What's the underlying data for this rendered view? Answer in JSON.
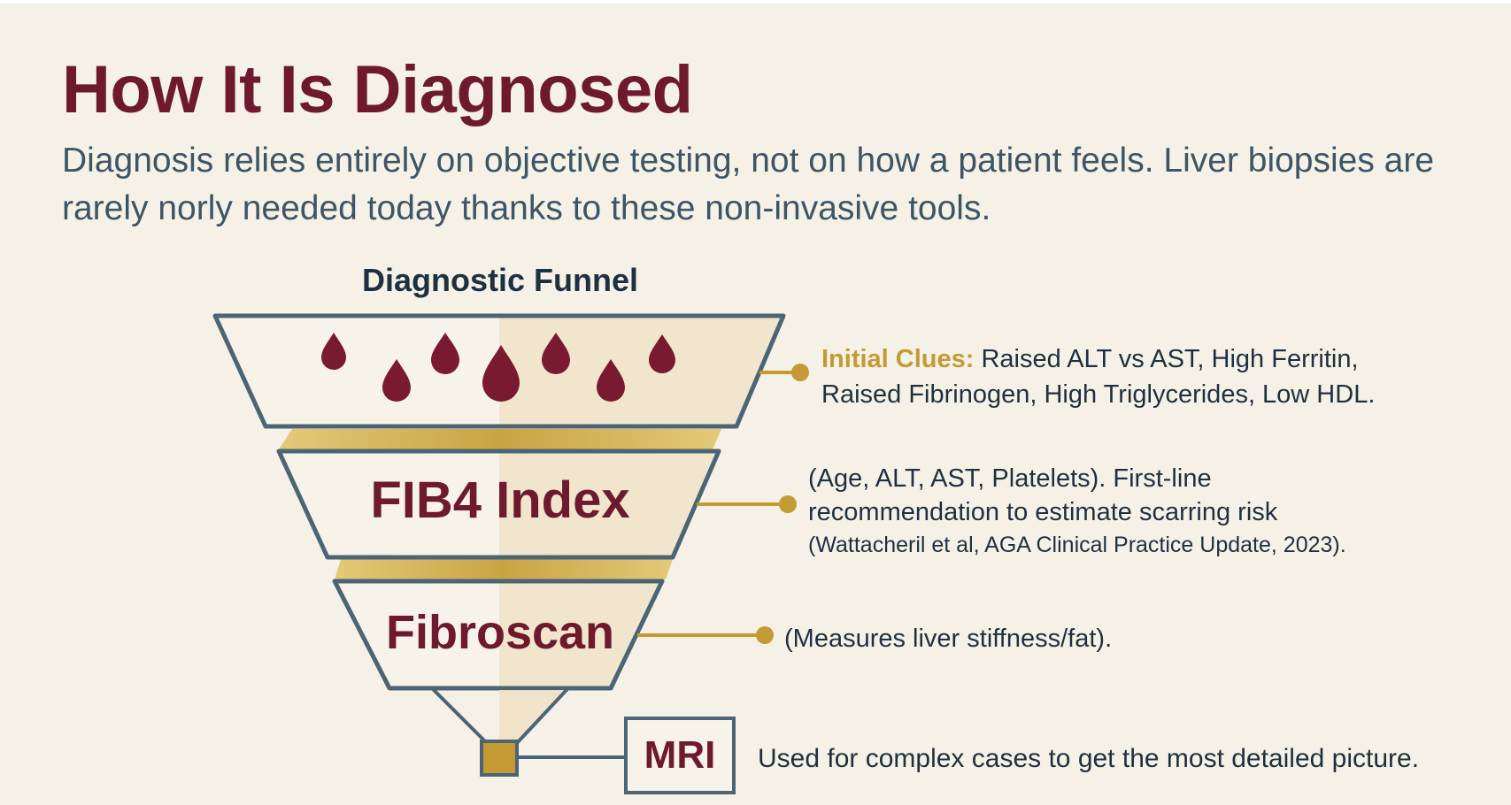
{
  "header": {
    "title": "How It Is Diagnosed",
    "subtitle": "Diagnosis relies entirely on objective testing, not on how a patient feels. Liver biopsies are rarely norly needed today thanks to these non-invasive tools."
  },
  "funnel": {
    "heading": "Diagnostic Funnel",
    "tiers": [
      {
        "label": "",
        "icon": "blood-drop-icon",
        "clue_label": "Initial Clues:",
        "description_line1": " Raised ALT vs AST, High Ferritin,",
        "description_line2": "Raised Fibrinogen, High Triglycerides, Low HDL."
      },
      {
        "label": "FIB4 Index",
        "description_line1": "(Age, ALT, AST, Platelets). First-line",
        "description_line2": "recommendation to estimate scarring risk",
        "citation": "(Wattacheril et al, AGA Clinical Practice Update, 2023)."
      },
      {
        "label": "Fibroscan",
        "description_line1": "(Measures liver stiffness/fat)."
      },
      {
        "label": "MRI",
        "description_line1": "Used for complex cases to get the most detailed picture."
      }
    ]
  },
  "colors": {
    "background": "#f6f1e6",
    "title": "#6e1a2c",
    "subtitle": "#3e5566",
    "outline": "#4b6577",
    "accent_gold": "#c49a34",
    "drop": "#7a1a30",
    "text": "#1f3040"
  }
}
